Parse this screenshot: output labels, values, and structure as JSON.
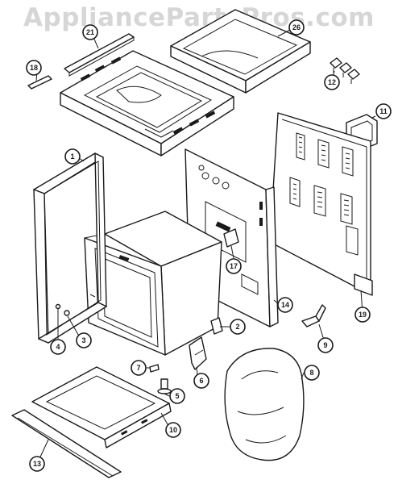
{
  "watermark": "AppliancePartsPros.com",
  "callouts": [
    {
      "id": "1",
      "label": "1"
    },
    {
      "id": "2",
      "label": "2"
    },
    {
      "id": "3",
      "label": "3"
    },
    {
      "id": "4",
      "label": "4"
    },
    {
      "id": "5",
      "label": "5"
    },
    {
      "id": "6",
      "label": "6"
    },
    {
      "id": "7",
      "label": "7"
    },
    {
      "id": "8",
      "label": "8"
    },
    {
      "id": "9",
      "label": "9"
    },
    {
      "id": "10",
      "label": "10"
    },
    {
      "id": "11",
      "label": "11"
    },
    {
      "id": "12",
      "label": "12"
    },
    {
      "id": "13",
      "label": "13"
    },
    {
      "id": "14",
      "label": "14"
    },
    {
      "id": "17",
      "label": "17"
    },
    {
      "id": "18",
      "label": "18"
    },
    {
      "id": "19",
      "label": "19"
    },
    {
      "id": "21",
      "label": "21"
    },
    {
      "id": "26",
      "label": "26"
    }
  ]
}
